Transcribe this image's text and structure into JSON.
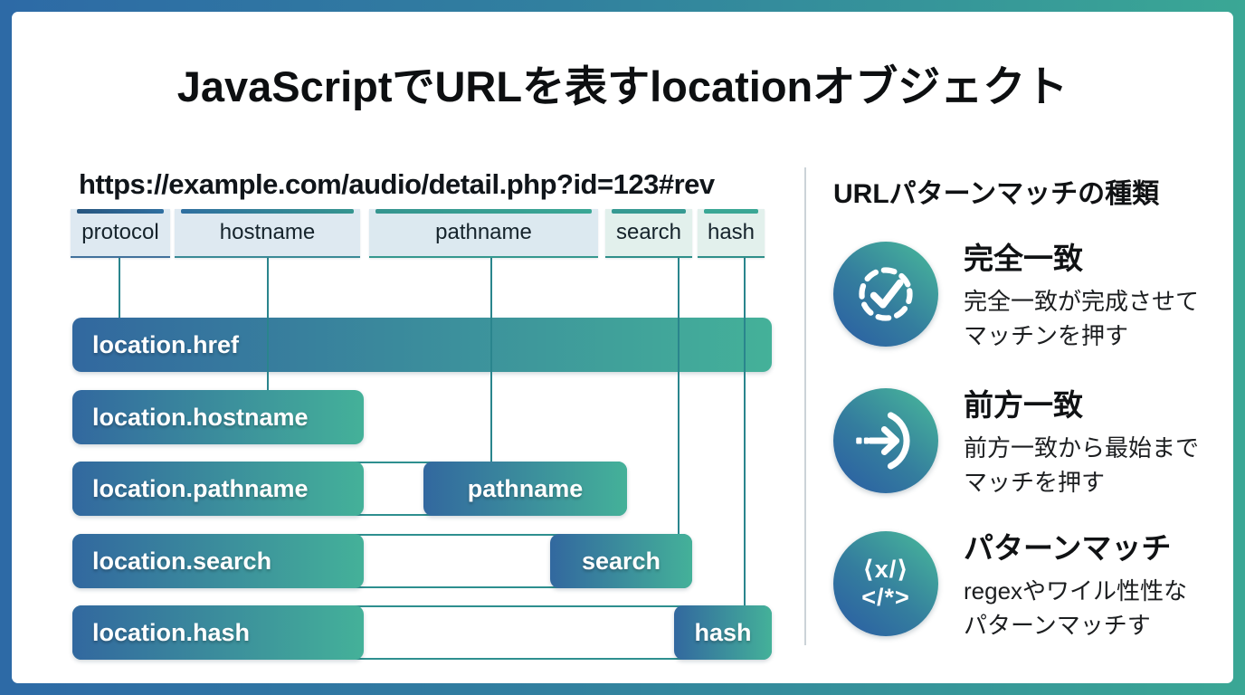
{
  "page": {
    "title": "JavaScriptでURLを表すlocationオブジェクト"
  },
  "url_example": {
    "text": "https://example.com/audio/detail.php?id=123#rev"
  },
  "url_parts": [
    "protocol",
    "hostname",
    "pathname",
    "search",
    "hash"
  ],
  "rows": [
    {
      "label": "location.href"
    },
    {
      "label": "location.hostname"
    },
    {
      "label": "location.pathname",
      "segment": "pathname"
    },
    {
      "label": "location.search",
      "segment": "search"
    },
    {
      "label": "location.hash",
      "segment": "hash"
    }
  ],
  "legend": {
    "title": "URLパターンマッチの種類",
    "items": [
      {
        "icon": "dashed-circle-check-icon",
        "title": "完全一致",
        "desc_line1": "完全一致が完成させて",
        "desc_line2": "マッチンを押す"
      },
      {
        "icon": "arrow-enter-icon",
        "title": "前方一致",
        "desc_line1": "前方一致から最始まで",
        "desc_line2": "マッチを押す"
      },
      {
        "icon": "code-pattern-icon",
        "icon_text_line1": "⟨x/⟩",
        "icon_text_line2": "</*>",
        "title": "パターンマッチ",
        "desc_line1": "regexやワイル性性な",
        "desc_line2": "パターンマッチす"
      }
    ]
  },
  "colors": {
    "frame_gradient_start": "#2d6aa6",
    "frame_gradient_end": "#3aa795",
    "bar_gradient_start": "#32689f",
    "bar_gradient_end": "#44b199",
    "connector_teal": "#2a858d",
    "label_box_blue_bg": "#dee9f1",
    "label_box_green_bg": "#e2f0ec"
  }
}
